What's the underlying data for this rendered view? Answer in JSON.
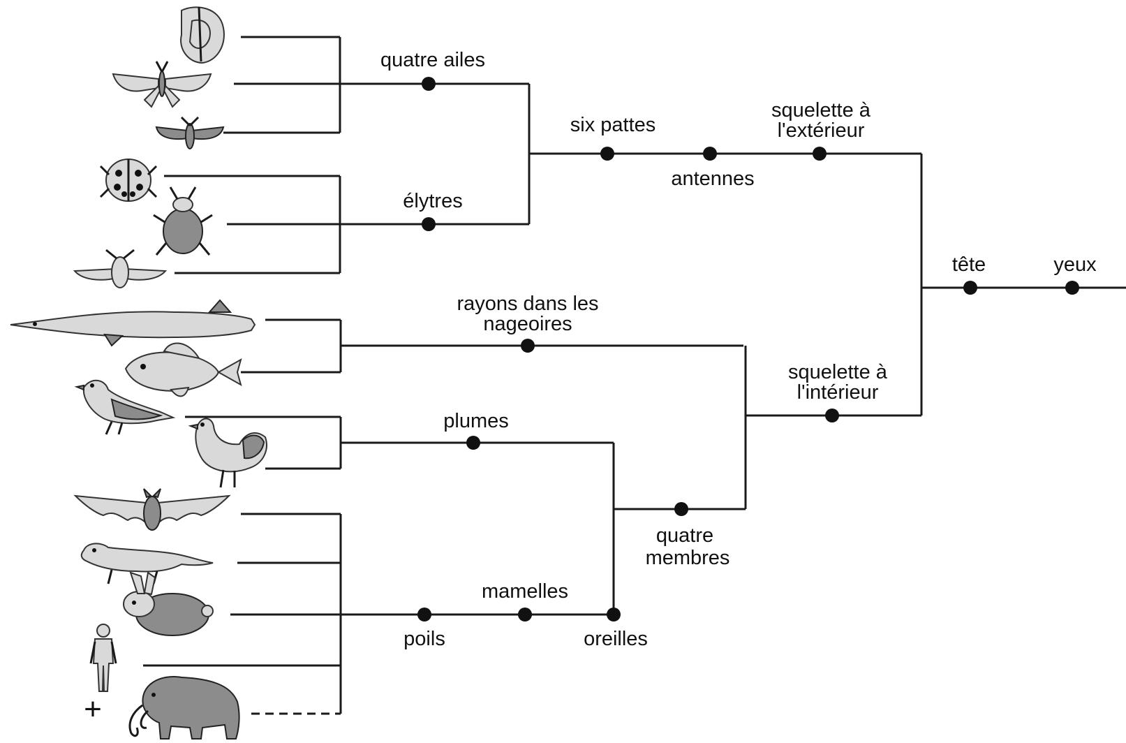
{
  "colors": {
    "line": "#1a1a1a",
    "node": "#111111",
    "background": "#ffffff"
  },
  "labels": {
    "quatre_ailes": "quatre ailes",
    "elytres": "élytres",
    "six_pattes": "six pattes",
    "antennes": "antennes",
    "squelette_exterieur_1": "squelette à",
    "squelette_exterieur_2": "l'extérieur",
    "tete": "tête",
    "yeux": "yeux",
    "rayons_1": "rayons dans les",
    "rayons_2": "nageoires",
    "squelette_interieur_1": "squelette à",
    "squelette_interieur_2": "l'intérieur",
    "plumes": "plumes",
    "quatre_membres_1": "quatre",
    "quatre_membres_2": "membres",
    "mamelles": "mamelles",
    "poils": "poils",
    "oreilles": "oreilles",
    "extinct_mark": "+"
  },
  "animals": [
    {
      "icon": "butterfly-icon"
    },
    {
      "icon": "swallowtail-butterfly-icon"
    },
    {
      "icon": "moth-icon"
    },
    {
      "icon": "ladybug-icon"
    },
    {
      "icon": "beetle-icon"
    },
    {
      "icon": "cockchafer-icon"
    },
    {
      "icon": "pike-fish-icon"
    },
    {
      "icon": "flatfish-icon"
    },
    {
      "icon": "pigeon-icon"
    },
    {
      "icon": "hen-icon"
    },
    {
      "icon": "bat-icon"
    },
    {
      "icon": "weasel-icon"
    },
    {
      "icon": "rabbit-icon"
    },
    {
      "icon": "human-icon"
    },
    {
      "icon": "mammoth-icon"
    }
  ]
}
